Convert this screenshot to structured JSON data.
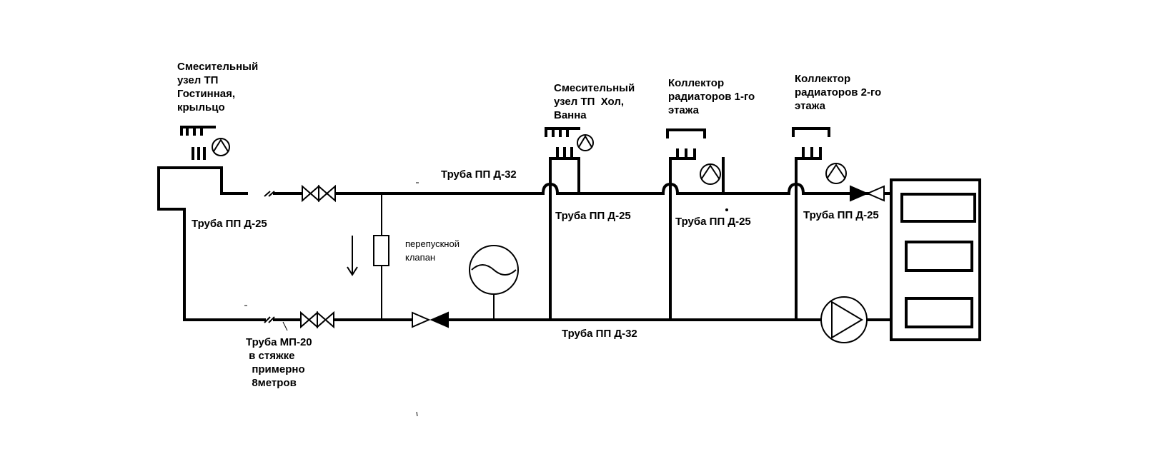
{
  "labels": {
    "mix_node_living": "Смесительный\nузел ТП\nГостинная,\nкрыльцо",
    "mix_node_hall": "Смесительный\nузел ТП  Хол,\nВанна",
    "collector_floor1": "Коллектор\nрадиаторов 1-го\nэтажа",
    "collector_floor2": "Коллектор\nрадиаторов 2-го\nэтажа",
    "pipe_supply_32": "Труба ПП Д-32",
    "pipe_return_32": "Труба ПП Д-32",
    "pipe_25_left": "Труба ПП Д-25",
    "pipe_25_a": "Труба ПП Д-25",
    "pipe_25_b": "Труба ПП Д-25",
    "pipe_25_c": "Труба ПП Д-25",
    "bypass_valve": "перепускной\nклапан",
    "pipe_mp20": "Труба МП-20\n в стяжке\n  примерно\n  8метров"
  }
}
